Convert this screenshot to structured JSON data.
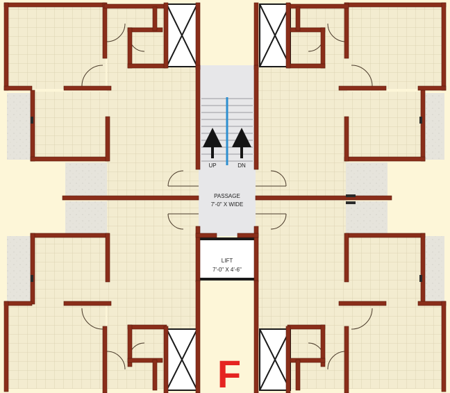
{
  "labels": {
    "up": "UP",
    "dn": "DN",
    "passage_title": "PASSAGE",
    "passage_size": "7'-0\" X WIDE",
    "lift_title": "LIFT",
    "lift_size": "7'-0\" X 4'-6\"",
    "block_letter": "F"
  },
  "colors": {
    "background": "#fdf6d8",
    "floor_tile": "#f3ecd0",
    "tile_grid": "#d8ceac",
    "wall": "#8a2e1a",
    "wall_stroke": "#5a1a0c",
    "balcony": "#e6e4dc",
    "core": "#e7e7e9",
    "stair_rail": "#2d8fd0",
    "accent_letter": "#e52421"
  }
}
